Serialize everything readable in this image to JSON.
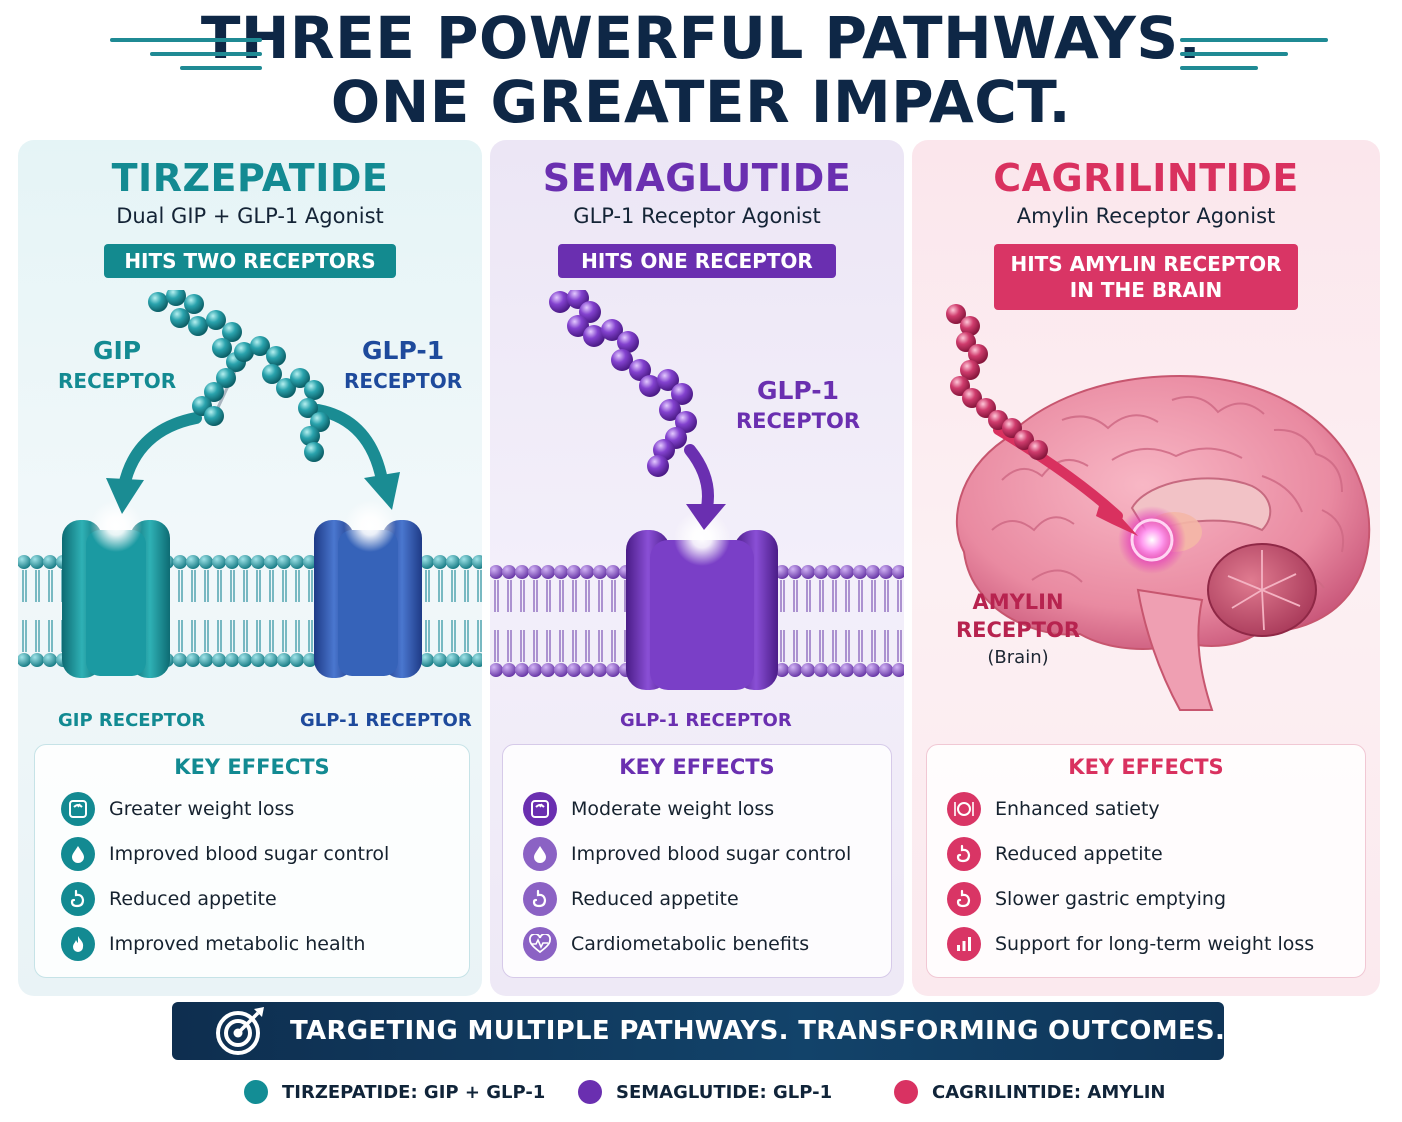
{
  "headline": {
    "line1": "THREE POWERFUL PATHWAYS.",
    "line2": "ONE GREATER IMPACT."
  },
  "colors": {
    "teal": "#128a92",
    "teal_dark": "#0e6f78",
    "blue": "#2f56a8",
    "purple": "#6a2fb0",
    "pink": "#d93262",
    "navy": "#0e2746"
  },
  "panels": {
    "tirzepatide": {
      "name": "TIRZEPATIDE",
      "subtitle": "Dual GIP + GLP-1 Agonist",
      "hits": "HITS TWO RECEPTORS",
      "label_gip_line1": "GIP",
      "label_gip_line2": "RECEPTOR",
      "label_glp_line1": "GLP-1",
      "label_glp_line2": "RECEPTOR",
      "bottom_gip": "GIP RECEPTOR",
      "bottom_glp": "GLP-1 RECEPTOR",
      "effects_title": "KEY EFFECTS",
      "effects": [
        {
          "text": "Greater weight loss",
          "icon": "scale-icon"
        },
        {
          "text": "Improved blood sugar control",
          "icon": "blood-drop-icon"
        },
        {
          "text": "Reduced appetite",
          "icon": "stomach-icon"
        },
        {
          "text": "Improved metabolic health",
          "icon": "flame-icon"
        }
      ]
    },
    "semaglutide": {
      "name": "SEMAGLUTIDE",
      "subtitle": "GLP-1 Receptor Agonist",
      "hits": "HITS ONE RECEPTOR",
      "label_glp_line1": "GLP-1",
      "label_glp_line2": "RECEPTOR",
      "bottom_glp": "GLP-1 RECEPTOR",
      "effects_title": "KEY EFFECTS",
      "effects": [
        {
          "text": "Moderate weight loss",
          "icon": "scale-icon"
        },
        {
          "text": "Improved blood sugar control",
          "icon": "blood-drop-icon"
        },
        {
          "text": "Reduced appetite",
          "icon": "stomach-icon"
        },
        {
          "text": "Cardiometabolic benefits",
          "icon": "heartbeat-icon"
        }
      ]
    },
    "cagrilintide": {
      "name": "CAGRILINTIDE",
      "subtitle": "Amylin Receptor Agonist",
      "hits_line1": "HITS AMYLIN RECEPTOR",
      "hits_line2": "IN THE BRAIN",
      "label_amylin_line1": "AMYLIN",
      "label_amylin_line2": "RECEPTOR",
      "label_amylin_line3": "(Brain)",
      "effects_title": "KEY EFFECTS",
      "effects": [
        {
          "text": "Enhanced satiety",
          "icon": "plate-icon"
        },
        {
          "text": "Reduced appetite",
          "icon": "stomach-icon"
        },
        {
          "text": "Slower gastric emptying",
          "icon": "stomach-icon"
        },
        {
          "text": "Support for long-term weight loss",
          "icon": "bar-chart-icon"
        }
      ]
    }
  },
  "banner": {
    "text": "TARGETING MULTIPLE PATHWAYS. TRANSFORMING OUTCOMES.",
    "icon": "target-icon"
  },
  "legend": [
    {
      "text": "TIRZEPATIDE: GIP + GLP-1",
      "color": "#138d95"
    },
    {
      "text": "SEMAGLUTIDE: GLP-1",
      "color": "#6a2fb0"
    },
    {
      "text": "CAGRILINTIDE: AMYLIN",
      "color": "#d93262"
    }
  ]
}
